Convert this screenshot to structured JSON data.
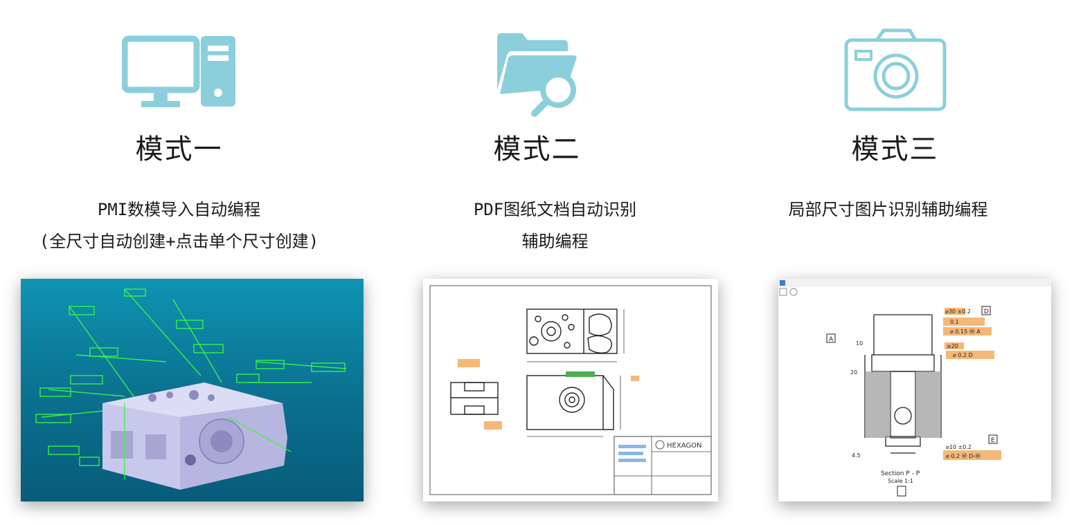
{
  "colors": {
    "icon": "#8ccfdc",
    "title_text": "#1a1a1a",
    "cad_bg": "#0f93b2",
    "annotation": "#f5b877"
  },
  "modes": [
    {
      "icon": "desktop-computer-icon",
      "title": "模式一",
      "desc_lines": [
        "PMI数模导入自动编程",
        "(全尺寸自动创建+点击单个尺寸创建)"
      ]
    },
    {
      "icon": "folder-search-icon",
      "title": "模式二",
      "desc_lines": [
        "PDF图纸文档自动识别",
        "辅助编程"
      ]
    },
    {
      "icon": "camera-icon",
      "title": "模式三",
      "desc_lines": [
        "局部尺寸图片识别辅助编程"
      ]
    }
  ],
  "drawing_mode2": {
    "brand": "HEXAGON"
  },
  "drawing_mode3": {
    "section_title": "Section P - P",
    "section_scale": "Scale 1:1",
    "dim_top": "⌀30 ±0.2",
    "dim_bottom": "⌀10 ±0.2",
    "label_d": "D",
    "label_a": "A",
    "label_e": "E",
    "frame_1": "0.1",
    "frame_2": "⌀ 0.15 Ⓜ A",
    "frame_3": "⌀ 0.2 D",
    "frame_4": "⌀ 0.2 Ⓜ D-Ⓜ",
    "dim_20_top": "≥20",
    "dim_10": "10",
    "dim_20": "20",
    "dim_45": "4.5"
  }
}
